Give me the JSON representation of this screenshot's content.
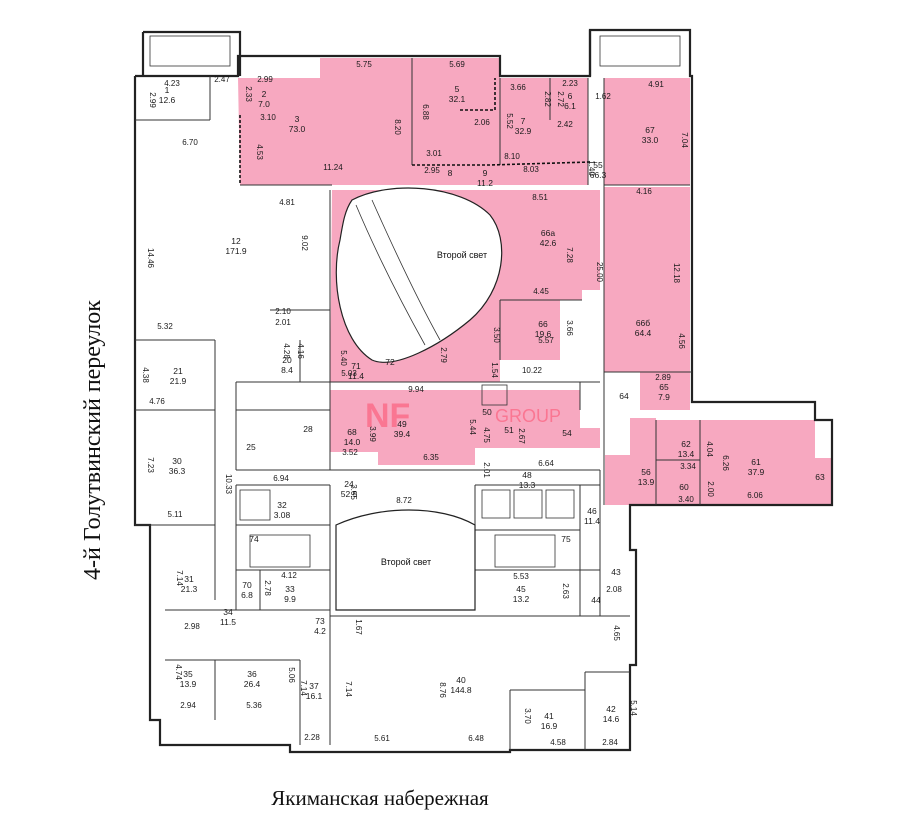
{
  "streets": {
    "left": "4-й Голутвинский переулок",
    "bottom": "Якиманская набережная"
  },
  "watermark": {
    "brand": "NF",
    "suffix": "GROUP"
  },
  "light_wells": [
    "Второй свет",
    "Второй свет"
  ],
  "colors": {
    "highlight": "#f7a8c0",
    "wall": "#222222",
    "background": "#ffffff"
  },
  "rooms": [
    {
      "id": "1",
      "area": "12.6"
    },
    {
      "id": "2",
      "area": "7.0"
    },
    {
      "id": "3",
      "area": "73.0"
    },
    {
      "id": "5",
      "area": "32.1"
    },
    {
      "id": "6",
      "area": "6.1"
    },
    {
      "id": "7",
      "area": "32.9"
    },
    {
      "id": "9",
      "area": "11.2"
    },
    {
      "id": "12",
      "area": "171.9"
    },
    {
      "id": "20",
      "area": "8.4"
    },
    {
      "id": "21",
      "area": "21.9"
    },
    {
      "id": "24",
      "area": "52.5"
    },
    {
      "id": "25",
      "area": ""
    },
    {
      "id": "28",
      "area": ""
    },
    {
      "id": "30",
      "area": "36.3"
    },
    {
      "id": "31",
      "area": "21.3"
    },
    {
      "id": "32",
      "area": "3.08"
    },
    {
      "id": "33",
      "area": "9.9"
    },
    {
      "id": "34",
      "area": "11.5"
    },
    {
      "id": "35",
      "area": "13.9"
    },
    {
      "id": "36",
      "area": "26.4"
    },
    {
      "id": "37",
      "area": "16.1"
    },
    {
      "id": "40",
      "area": "144.8"
    },
    {
      "id": "41",
      "area": "16.9"
    },
    {
      "id": "42",
      "area": "14.6"
    },
    {
      "id": "43",
      "area": ""
    },
    {
      "id": "44",
      "area": ""
    },
    {
      "id": "45",
      "area": "13.2"
    },
    {
      "id": "46",
      "area": "11.4"
    },
    {
      "id": "48",
      "area": "13.3"
    },
    {
      "id": "49",
      "area": "39.4"
    },
    {
      "id": "50",
      "area": ""
    },
    {
      "id": "51",
      "area": ""
    },
    {
      "id": "54",
      "area": ""
    },
    {
      "id": "55",
      "area": "66.3"
    },
    {
      "id": "56",
      "area": "13.9"
    },
    {
      "id": "60",
      "area": ""
    },
    {
      "id": "61",
      "area": "37.9"
    },
    {
      "id": "62",
      "area": "13.4"
    },
    {
      "id": "63",
      "area": ""
    },
    {
      "id": "64",
      "area": ""
    },
    {
      "id": "65",
      "area": "7.9"
    },
    {
      "id": "66",
      "area": "19.6"
    },
    {
      "id": "66а",
      "area": "42.6"
    },
    {
      "id": "66б",
      "area": "64.4"
    },
    {
      "id": "67",
      "area": "33.0"
    },
    {
      "id": "68",
      "area": "14.0"
    },
    {
      "id": "70",
      "area": "6.8"
    },
    {
      "id": "71",
      "area": "11.4"
    },
    {
      "id": "72",
      "area": ""
    },
    {
      "id": "73",
      "area": "4.2"
    },
    {
      "id": "74",
      "area": ""
    },
    {
      "id": "75",
      "area": ""
    },
    {
      "id": "8",
      "area": ""
    }
  ],
  "dimensions": [
    "4.23",
    "2.47",
    "2.99",
    "2.99",
    "2.33",
    "3.10",
    "5.75",
    "5.69",
    "6.88",
    "8.20",
    "3.66",
    "2.23",
    "2.82",
    "2.72",
    "1.62",
    "4.91",
    "4.53",
    "11.24",
    "3.01",
    "2.06",
    "5.52",
    "2.42",
    "8.10",
    "7.04",
    "2.95",
    "1.40",
    "8.03",
    "6.70",
    "4.16",
    "8.51",
    "4.81",
    "9.02",
    "14.46",
    "7.28",
    "25.00",
    "12.18",
    "4.45",
    "2.10",
    "2.01",
    "5.32",
    "4.28",
    "4.16",
    "3.50",
    "3.66",
    "5.57",
    "4.56",
    "5.40",
    "2.79",
    "1.54",
    "10.22",
    "2.89",
    "4.38",
    "4.76",
    "5.03",
    "9.94",
    "5.44",
    "4.75",
    "2.67",
    "3.99",
    "3.52",
    "6.35",
    "2.01",
    "6.64",
    "4.04",
    "6.26",
    "3.34",
    "7.23",
    "10.33",
    "6.94",
    "3.65",
    "8.72",
    "2.00",
    "3.40",
    "6.06",
    "5.11",
    "7.14",
    "2.78",
    "4.12",
    "5.53",
    "2.63",
    "2.08",
    "2.98",
    "1.67",
    "4.65",
    "4.74",
    "5.06",
    "7.14",
    "7.14",
    "8.76",
    "3.70",
    "5.14",
    "2.94",
    "5.36",
    "2.28",
    "5.61",
    "6.48",
    "4.58",
    "2.84"
  ]
}
